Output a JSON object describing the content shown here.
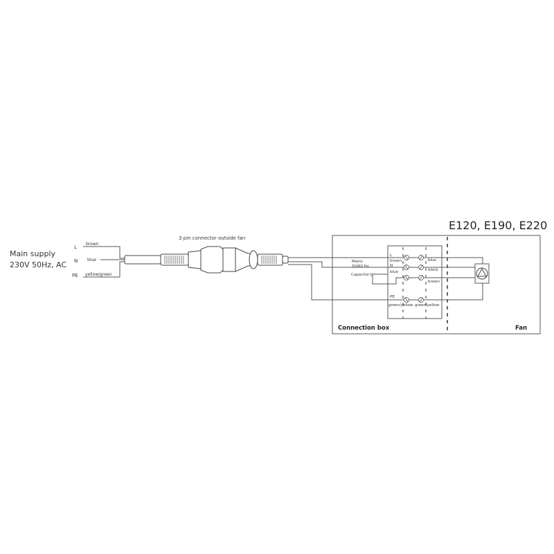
{
  "title": "E120, E190, E220",
  "supply": {
    "line1": "Main supply",
    "line2": "230V 50Hz, AC",
    "terminals": [
      {
        "id": "L",
        "wire": "brown"
      },
      {
        "id": "N",
        "wire": "blue"
      },
      {
        "id": "PE",
        "wire": "yellow/green"
      }
    ]
  },
  "connector": {
    "label": "3 pin connector outside fan"
  },
  "connection_box": {
    "label": "Connection box",
    "mains_label_1": "Mains",
    "mains_label_2": "50/60 Hz",
    "capacitor_label": "Capacitor",
    "left_terminals": [
      {
        "id": "L",
        "wire": "brown"
      },
      {
        "id": "N",
        "wire": "blue"
      },
      {
        "id": "",
        "wire": ""
      },
      {
        "id": "PE",
        "wire": "green/yellow"
      }
    ],
    "right_terminals": [
      {
        "wire": "blue"
      },
      {
        "wire": "black"
      },
      {
        "wire": "brown"
      },
      {
        "wire": "green/yellow"
      }
    ]
  },
  "fan": {
    "label": "Fan",
    "icon": "fan-motor-icon"
  },
  "colors": {
    "line": "#555555",
    "text": "#333333"
  }
}
